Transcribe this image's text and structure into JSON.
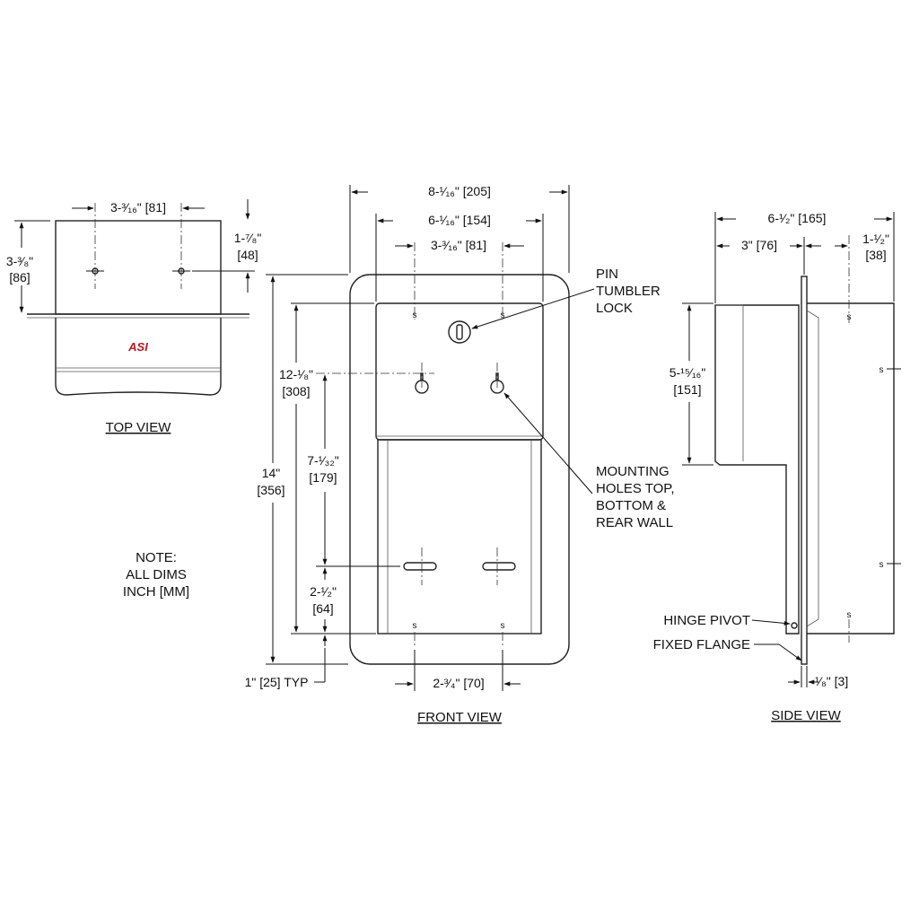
{
  "top_view": {
    "title": "TOP VIEW",
    "dims": {
      "width_center": "3-³⁄₁₆\" [81]",
      "depth_in": "3-³⁄₈\"",
      "depth_mm": "[86]",
      "offset_in": "1-⁷⁄₈\"",
      "offset_mm": "[48]"
    },
    "logo_text": "ASI",
    "brand_color": "#c0141c"
  },
  "front_view": {
    "title": "FRONT VIEW",
    "dims": {
      "overall_width": "8-¹⁄₁₆\" [205]",
      "inner_width": "6-¹⁄₁₆\" [154]",
      "hole_spacing": "3-³⁄₁₆\" [81]",
      "height_top_in": "12-¹⁄₈\"",
      "height_top_mm": "[308]",
      "overall_height_in": "14\"",
      "overall_height_mm": "[356]",
      "slot_height_in": "7-¹⁄₃₂\"",
      "slot_height_mm": "[179]",
      "bottom_in": "2-¹⁄₂\"",
      "bottom_mm": "[64]",
      "flange": "1\" [25] TYP",
      "bottom_spacing": "2-³⁄₄\" [70]"
    },
    "screw_mark": "s"
  },
  "side_view": {
    "title": "SIDE VIEW",
    "dims": {
      "overall_depth": "6-¹⁄₂\" [165]",
      "front_depth": "3\" [76]",
      "rear_offset_in": "1-¹⁄₂\"",
      "rear_offset_mm": "[38]",
      "door_height_in": "5-¹⁵⁄₁₆\"",
      "door_height_mm": "[151]",
      "flange_thickness": "¹⁄₈\" [3]"
    },
    "screw_mark": "s"
  },
  "callouts": {
    "lock_line1": "PIN",
    "lock_line2": "TUMBLER",
    "lock_line3": "LOCK",
    "mount_line1": "MOUNTING",
    "mount_line2": "HOLES TOP,",
    "mount_line3": "BOTTOM &",
    "mount_line4": "REAR WALL",
    "hinge": "HINGE PIVOT",
    "flange": "FIXED FLANGE"
  },
  "note": {
    "line1": "NOTE:",
    "line2": "ALL DIMS",
    "line3": "INCH [MM]"
  }
}
